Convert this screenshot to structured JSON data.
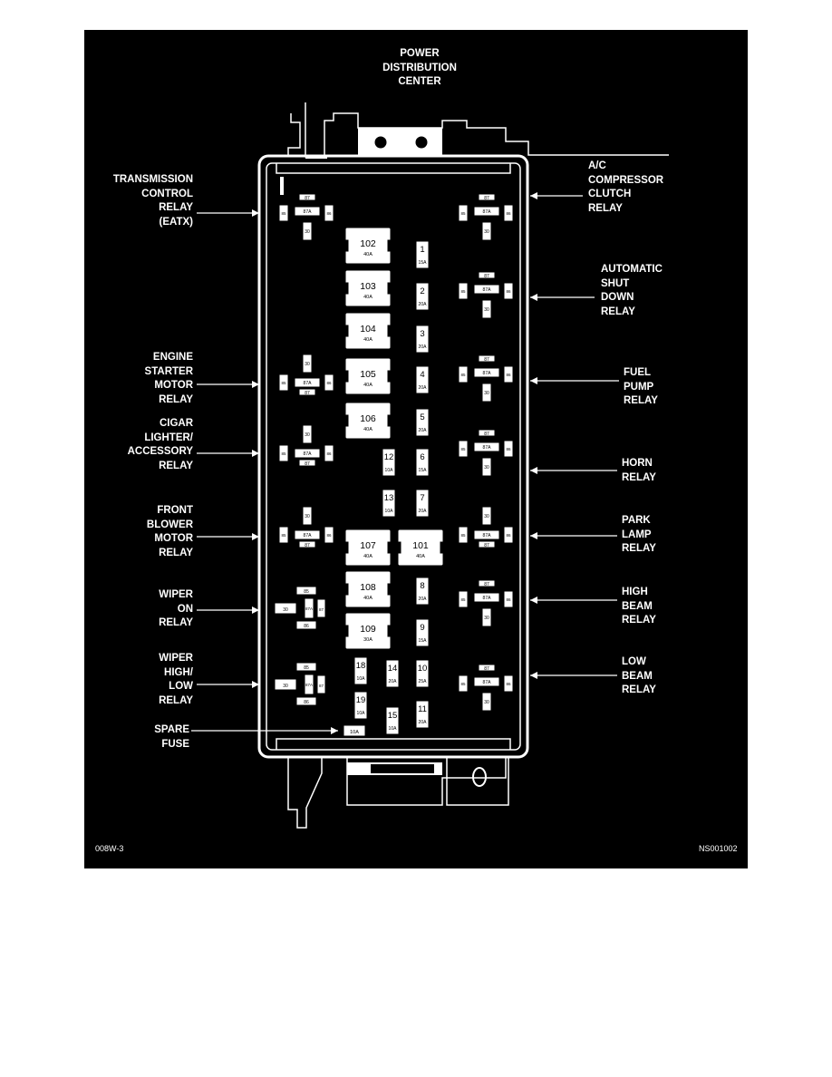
{
  "title": "POWER\nDISTRIBUTION\nCENTER",
  "figure_code_left": "008W-3",
  "figure_code_right": "NS001002",
  "colors": {
    "background": "#000000",
    "line": "#ffffff",
    "page": "#ffffff"
  },
  "labels": {
    "transmission": "TRANSMISSION\nCONTROL\nRELAY\n(EATX)",
    "engine_starter": "ENGINE\nSTARTER\nMOTOR\nRELAY",
    "cigar": "CIGAR\nLIGHTER/\nACCESSORY\nRELAY",
    "front_blower": "FRONT\nBLOWER\nMOTOR\nRELAY",
    "wiper_on": "WIPER\nON\nRELAY",
    "wiper_high_low": "WIPER\nHIGH/\nLOW\nRELAY",
    "spare_fuse": "SPARE\nFUSE",
    "ac_compressor": "A/C\nCOMPRESSOR\nCLUTCH\nRELAY",
    "asd": "AUTOMATIC\nSHUT\nDOWN\nRELAY",
    "fuel_pump": "FUEL\nPUMP\nRELAY",
    "horn": "HORN\nRELAY",
    "park_lamp": "PARK\nLAMP\nRELAY",
    "high_beam": "HIGH\nBEAM\nRELAY",
    "low_beam": "LOW\nBEAM\nRELAY"
  },
  "maxi_fuses": [
    {
      "id": "102",
      "rating": "40A"
    },
    {
      "id": "103",
      "rating": "40A"
    },
    {
      "id": "104",
      "rating": "40A"
    },
    {
      "id": "105",
      "rating": "40A"
    },
    {
      "id": "106",
      "rating": "40A"
    },
    {
      "id": "107",
      "rating": "40A"
    },
    {
      "id": "101",
      "rating": "40A"
    },
    {
      "id": "108",
      "rating": "40A"
    },
    {
      "id": "109",
      "rating": "30A"
    }
  ],
  "mini_fuses": [
    {
      "id": "1",
      "rating": "15A"
    },
    {
      "id": "2",
      "rating": "20A"
    },
    {
      "id": "3",
      "rating": "20A"
    },
    {
      "id": "4",
      "rating": "20A"
    },
    {
      "id": "5",
      "rating": "20A"
    },
    {
      "id": "6",
      "rating": "15A"
    },
    {
      "id": "7",
      "rating": "20A"
    },
    {
      "id": "8",
      "rating": "20A"
    },
    {
      "id": "9",
      "rating": "15A"
    },
    {
      "id": "10",
      "rating": "25A"
    },
    {
      "id": "11",
      "rating": "20A"
    },
    {
      "id": "12",
      "rating": "10A"
    },
    {
      "id": "13",
      "rating": "10A"
    },
    {
      "id": "14",
      "rating": "20A"
    },
    {
      "id": "15",
      "rating": "10A"
    },
    {
      "id": "18",
      "rating": "10A"
    },
    {
      "id": "19",
      "rating": "10A"
    }
  ],
  "spare_fuse_rating": "10A",
  "relay_pins": {
    "p87": "87",
    "p87a": "87A",
    "p85": "85",
    "p86": "86",
    "p30": "30"
  }
}
